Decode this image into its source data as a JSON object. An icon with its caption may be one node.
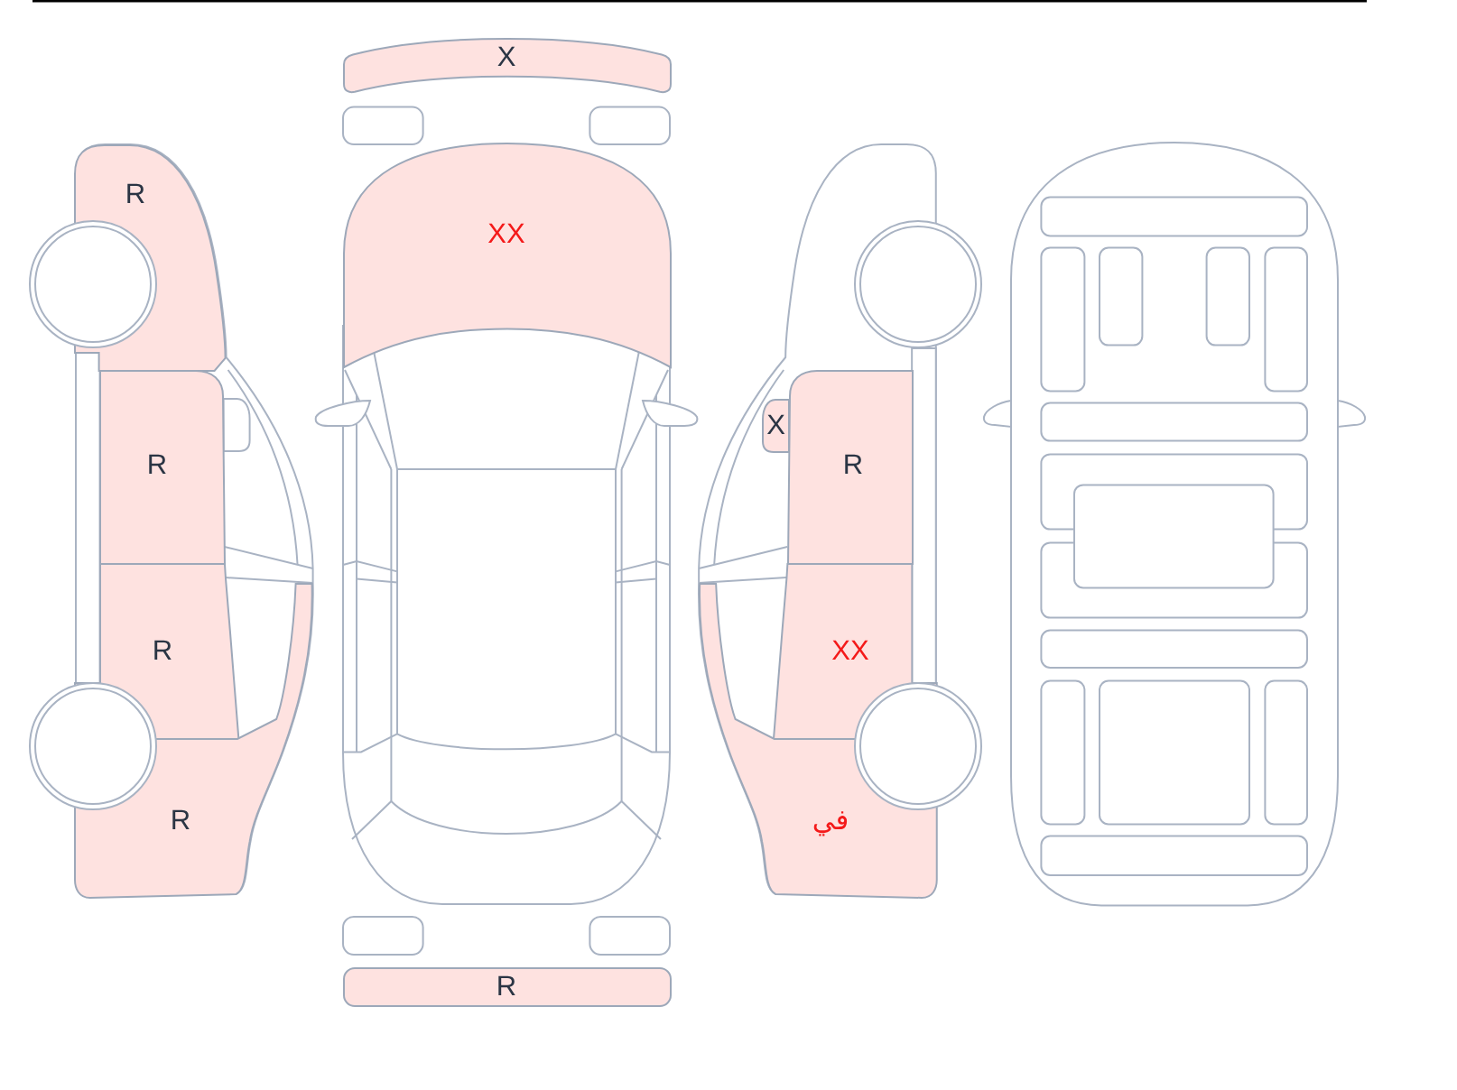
{
  "diagram": {
    "nodes": [
      {
        "text": [
          "X"
        ]
      },
      {
        "text": [
          "R"
        ]
      },
      {
        "text": [
          "XX"
        ]
      },
      {
        "text": [
          "X"
        ]
      },
      {
        "text": [
          "R"
        ]
      },
      {
        "text": [
          "R"
        ]
      },
      {
        "text": [
          "R"
        ]
      },
      {
        "text": [
          "XX"
        ]
      },
      {
        "text": [
          "R"
        ]
      },
      {
        "text": [
          "في"
        ]
      },
      {
        "text": [
          "R"
        ]
      }
    ]
  }
}
